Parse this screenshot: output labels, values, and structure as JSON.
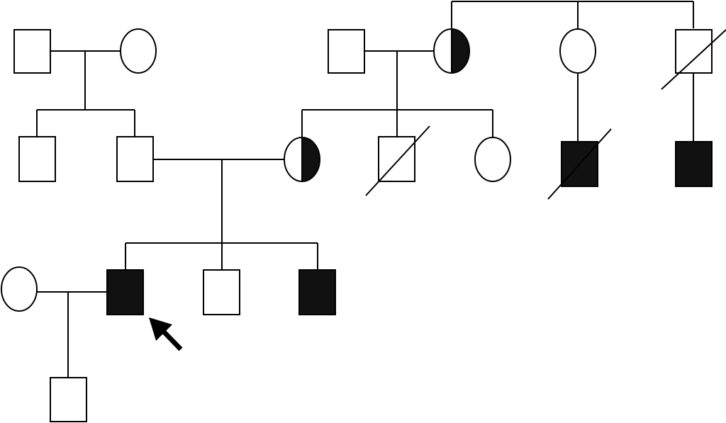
{
  "legend_colors": {
    "affected": "#111111",
    "unaffected": "#ffffff",
    "outline": "#000000"
  },
  "individuals": [
    {
      "id": "g1-male-left",
      "sex": "male",
      "status": "unaffected",
      "deceased": false
    },
    {
      "id": "g1-female-left",
      "sex": "female",
      "status": "unaffected",
      "deceased": false
    },
    {
      "id": "g1-male-right",
      "sex": "male",
      "status": "unaffected",
      "deceased": false
    },
    {
      "id": "g1-female-right-carrier",
      "sex": "female",
      "status": "carrier",
      "deceased": false
    },
    {
      "id": "g1-sister",
      "sex": "female",
      "status": "unaffected",
      "deceased": false
    },
    {
      "id": "g1-brother",
      "sex": "male",
      "status": "unaffected",
      "deceased": true
    },
    {
      "id": "g2-male-1",
      "sex": "male",
      "status": "unaffected",
      "deceased": false
    },
    {
      "id": "g2-male-2",
      "sex": "male",
      "status": "unaffected",
      "deceased": false
    },
    {
      "id": "g2-female-carrier",
      "sex": "female",
      "status": "carrier",
      "deceased": false
    },
    {
      "id": "g2-male-3",
      "sex": "male",
      "status": "unaffected",
      "deceased": true
    },
    {
      "id": "g2-female-2",
      "sex": "female",
      "status": "unaffected",
      "deceased": false
    },
    {
      "id": "g2-male-affected-1",
      "sex": "male",
      "status": "affected",
      "deceased": true
    },
    {
      "id": "g2-male-affected-2",
      "sex": "male",
      "status": "affected",
      "deceased": false
    },
    {
      "id": "g3-female-spouse",
      "sex": "female",
      "status": "unaffected",
      "deceased": false
    },
    {
      "id": "g3-proband",
      "sex": "male",
      "status": "affected",
      "deceased": false,
      "proband": true
    },
    {
      "id": "g3-male-2",
      "sex": "male",
      "status": "unaffected",
      "deceased": false
    },
    {
      "id": "g3-male-affected",
      "sex": "male",
      "status": "affected",
      "deceased": false
    },
    {
      "id": "g4-male",
      "sex": "male",
      "status": "unaffected",
      "deceased": false
    }
  ]
}
